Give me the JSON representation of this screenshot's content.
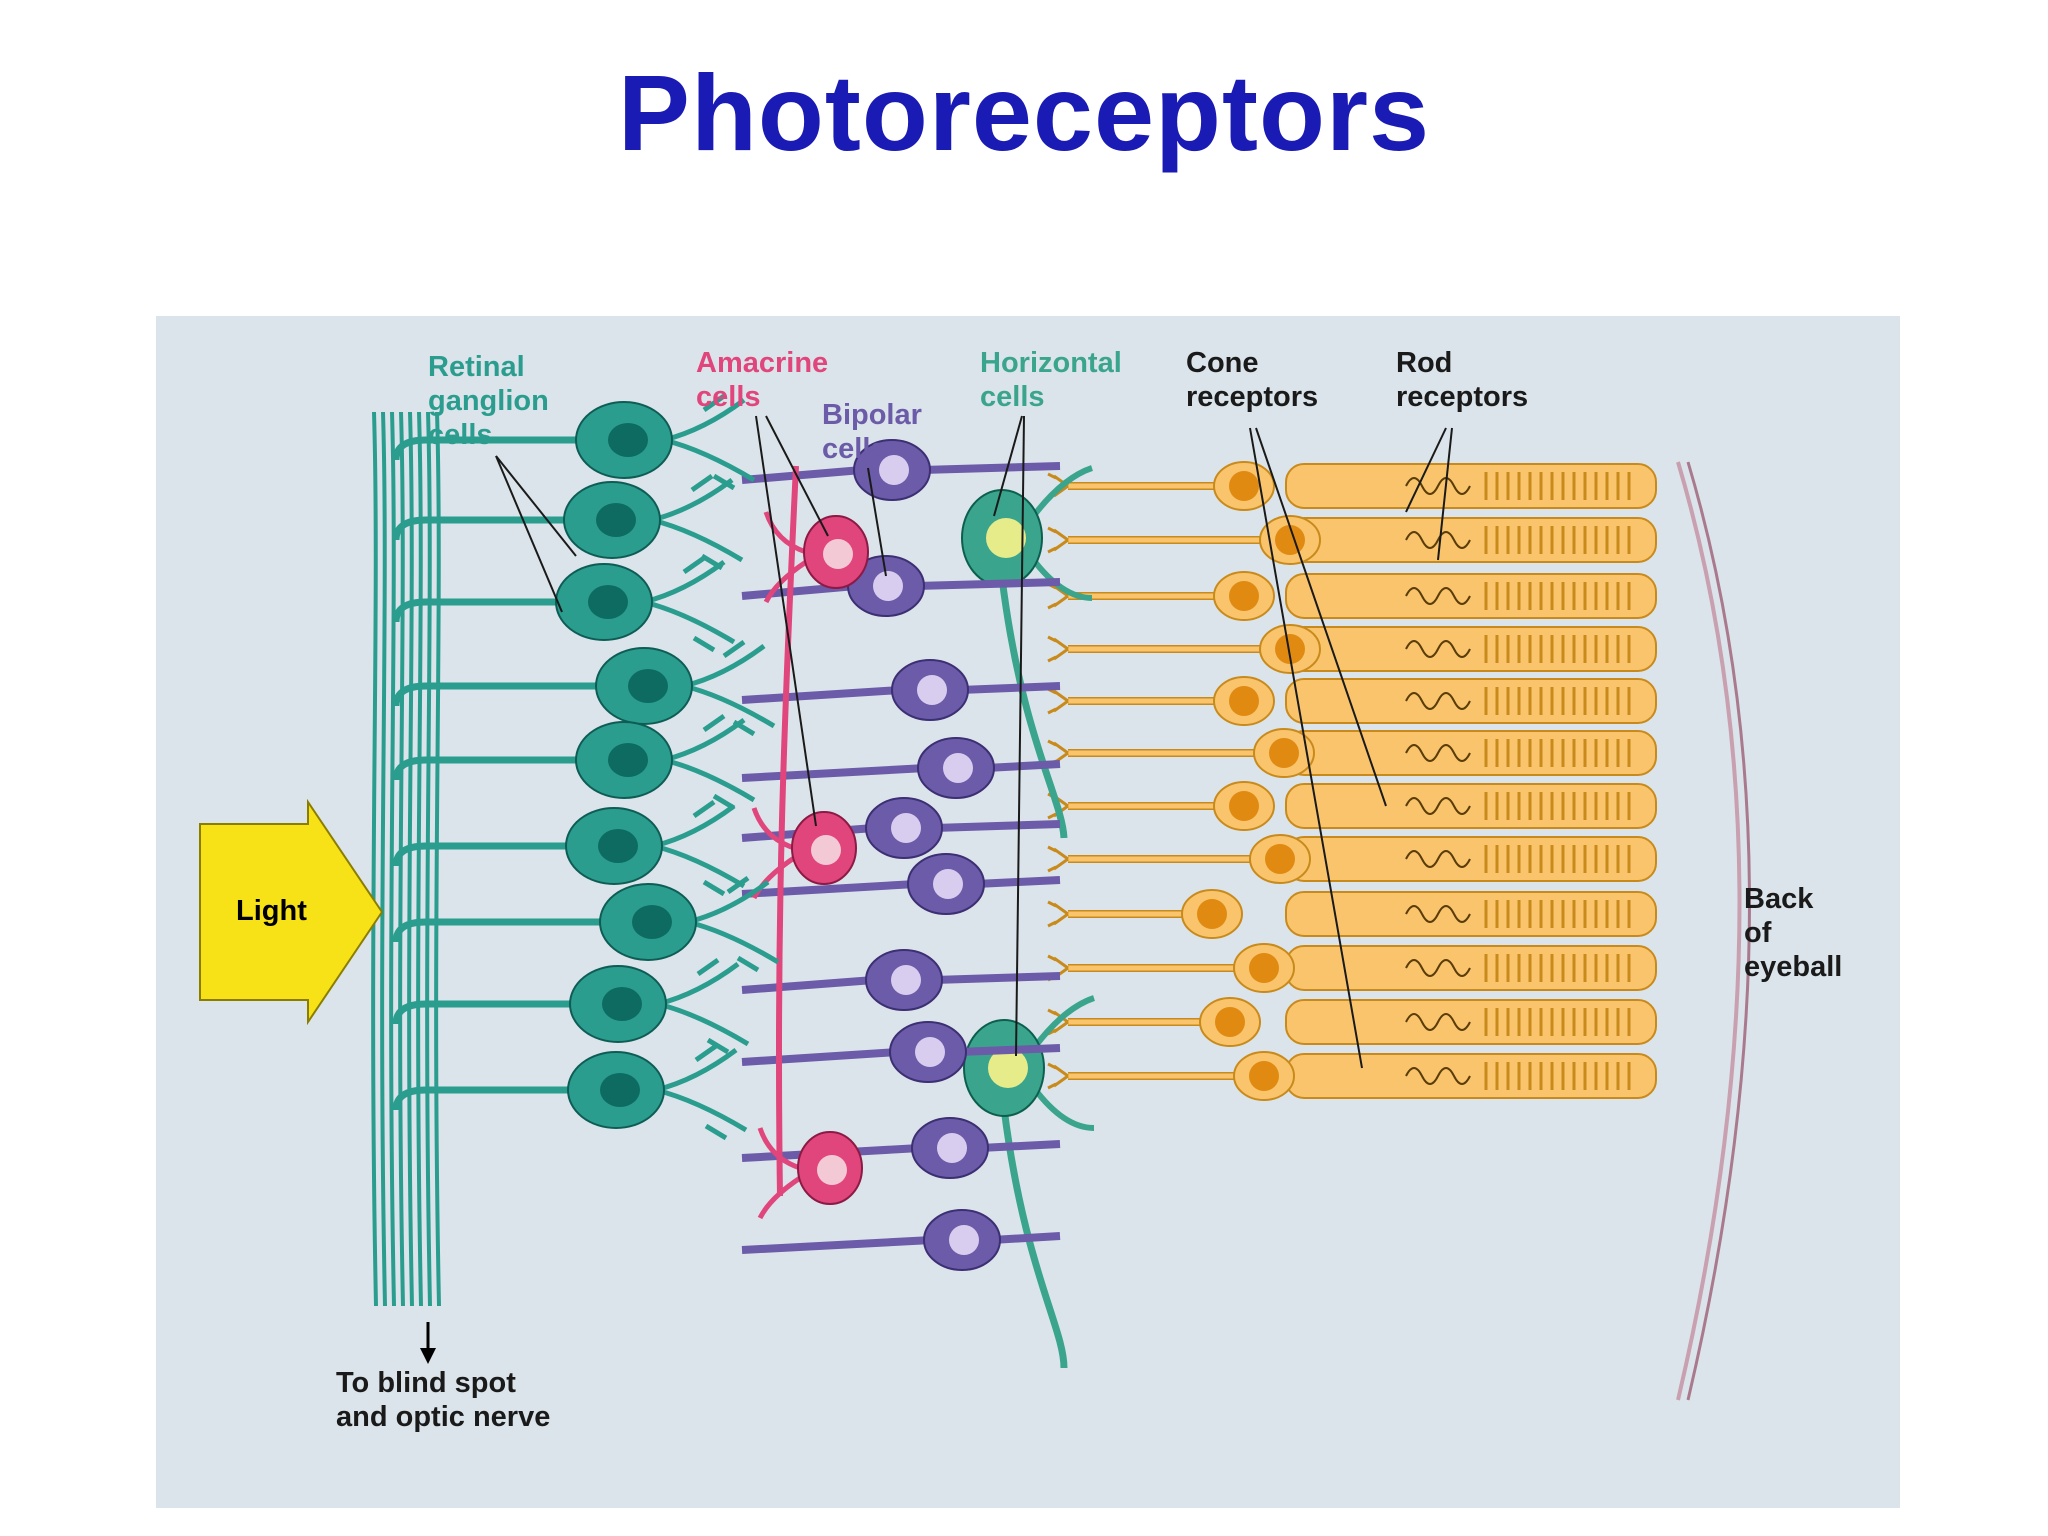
{
  "title": "Photoreceptors",
  "labels": {
    "retinal_ganglion": [
      "Retinal",
      "ganglion",
      "cells"
    ],
    "amacrine": [
      "Amacrine",
      "cells"
    ],
    "bipolar": [
      "Bipolar",
      "cells"
    ],
    "horizontal": [
      "Horizontal",
      "cells"
    ],
    "cone": [
      "Cone",
      "receptors"
    ],
    "rod": [
      "Rod",
      "receptors"
    ],
    "light": "Light",
    "back_of_eyeball": [
      "Back",
      "of",
      "eyeball"
    ],
    "blind_spot": [
      "To blind spot",
      "and optic nerve"
    ]
  },
  "colors": {
    "title": "#1a1ab4",
    "panel_background": "#dbe4ea",
    "ganglion": "#2a9d8f",
    "ganglion_nucleus": "#0d6b62",
    "amacrine": "#e0457b",
    "bipolar": "#6b5ba8",
    "bipolar_nucleus": "#d9cdef",
    "horizontal": "#3aa58c",
    "horizontal_nucleus": "#e6ec8a",
    "receptor": "#f9c46b",
    "receptor_outline": "#c98a1c",
    "receptor_nucleus": "#e08a12",
    "light_arrow": "#f7e217",
    "eyeball_wall": "#c9a0b0"
  }
}
